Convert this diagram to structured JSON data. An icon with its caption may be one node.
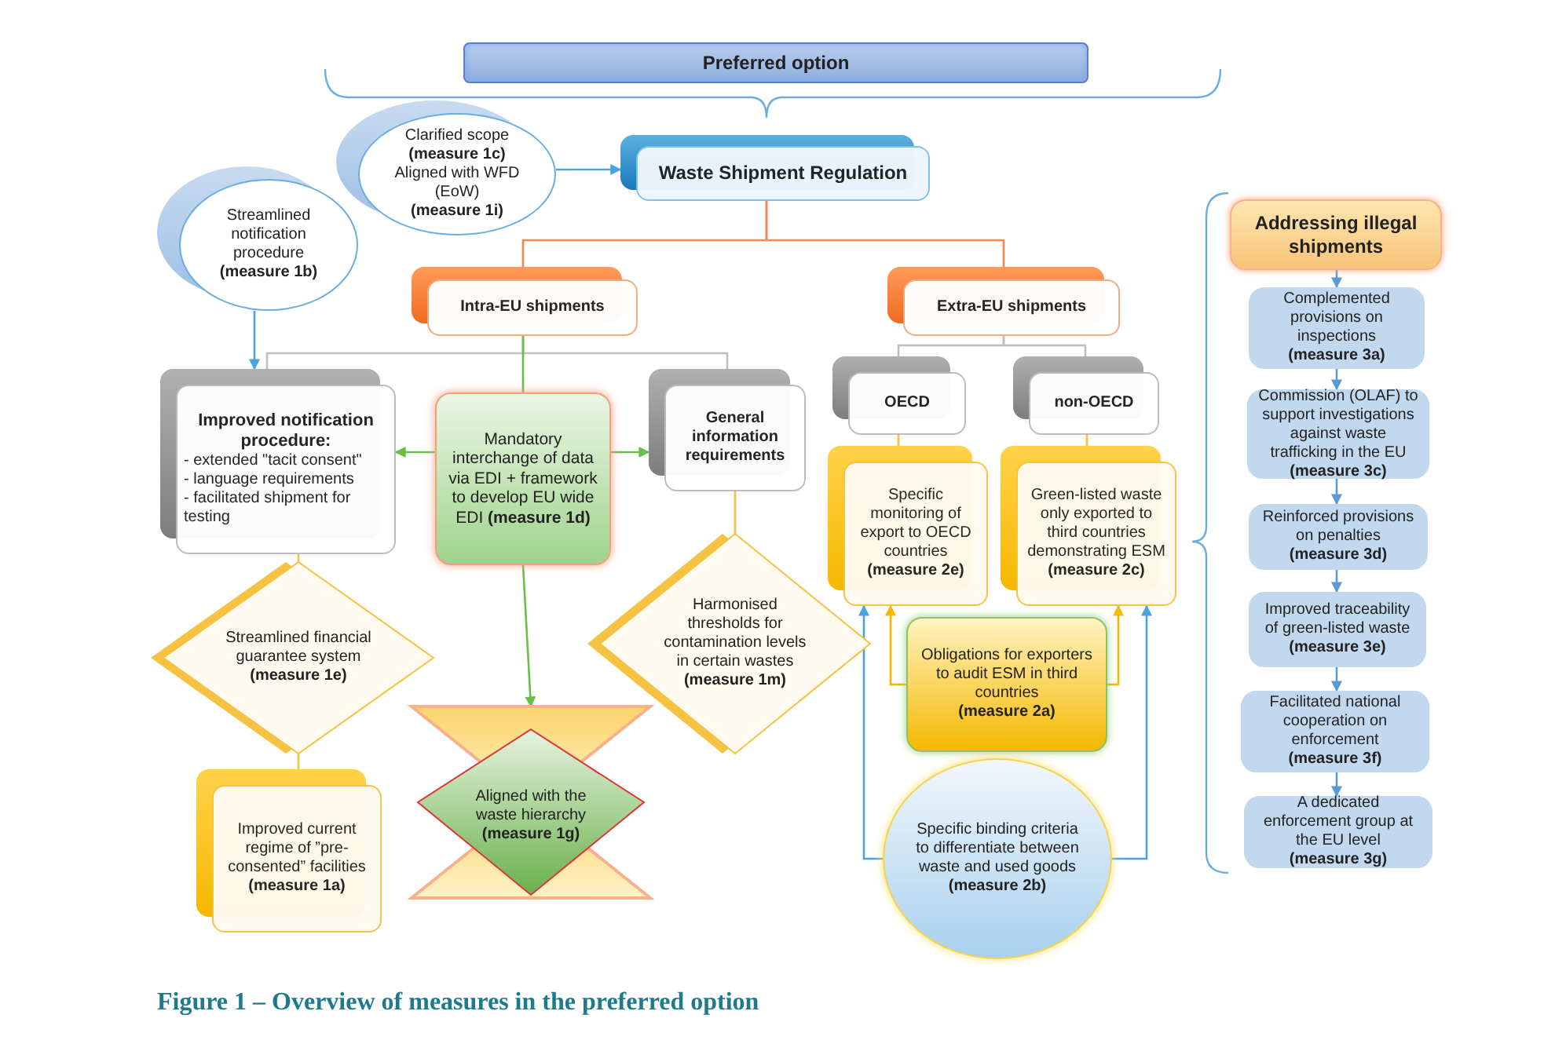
{
  "diagram": {
    "caption": "Figure 1 – Overview of measures in the preferred option",
    "nodes": [
      {
        "text": [
          "Preferred option"
        ]
      },
      {
        "text": [
          "Clarified scope **(measure 1c)**",
          "Aligned with WFD (EoW) **(measure 1i)**"
        ]
      },
      {
        "text": [
          "Waste Shipment Regulation"
        ]
      },
      {
        "text": [
          "Streamlined notification procedure **(measure 1b)**"
        ]
      },
      {
        "text": [
          "Intra-EU shipments"
        ]
      },
      {
        "text": [
          "Extra-EU shipments"
        ]
      },
      {
        "text": [
          "Improved notification procedure:",
          "- extended \"tacit consent\"",
          "- language requirements",
          "- facilitated shipment for testing"
        ]
      },
      {
        "text": [
          "Mandatory interchange of data via EDI + framework to develop EU wide EDI **(measure 1d)**"
        ]
      },
      {
        "text": [
          "General information requirements"
        ]
      },
      {
        "text": [
          "OECD"
        ]
      },
      {
        "text": [
          "non-OECD"
        ]
      },
      {
        "text": [
          "Specific monitoring of export to OECD countries **(measure 2e)**"
        ]
      },
      {
        "text": [
          "Green-listed waste only exported to third countries demonstrating ESM **(measure 2c)**"
        ]
      },
      {
        "text": [
          "Streamlined financial guarantee system **(measure 1e)**"
        ]
      },
      {
        "text": [
          "Harmonised thresholds for contamination levels in certain wastes **(measure 1m)**"
        ]
      },
      {
        "text": [
          "Obligations for exporters to audit ESM in third countries **(measure 2a)**"
        ]
      },
      {
        "text": [
          "Aligned with the waste hierarchy **(measure 1g)**"
        ]
      },
      {
        "text": [
          "Improved current regime of ”pre-consented” facilities **(measure 1a)**"
        ]
      },
      {
        "text": [
          "Specific binding criteria to differentiate between waste and used goods **(measure 2b)**"
        ]
      },
      {
        "text": [
          "Addressing illegal shipments"
        ]
      },
      {
        "text": [
          "Complemented provisions on inspections **(measure 3a)**"
        ]
      },
      {
        "text": [
          "Commission (OLAF) to support investigations against waste trafficking in the EU **(measure 3c)**"
        ]
      },
      {
        "text": [
          "Reinforced provisions on penalties **(measure 3d)**"
        ]
      },
      {
        "text": [
          "Improved traceability of green-listed waste **(measure 3e)**"
        ]
      },
      {
        "text": [
          "Facilitated national cooperation on enforcement **(measure 3f)**"
        ]
      },
      {
        "text": [
          "A dedicated enforcement group at the EU level **(measure 3g)**"
        ]
      }
    ],
    "edges": [
      {
        "from": 1,
        "to": 2,
        "arrow": "to",
        "color": "#4aa3df"
      },
      {
        "from": 3,
        "to": 6,
        "arrow": "to",
        "color": "#4aa3df"
      },
      {
        "from": 2,
        "to": 4,
        "arrow": "none",
        "color": "#f08a4b"
      },
      {
        "from": 2,
        "to": 5,
        "arrow": "none",
        "color": "#f08a4b"
      },
      {
        "from": 4,
        "to": 6,
        "arrow": "none",
        "color": "#bfbfbf"
      },
      {
        "from": 4,
        "to": 8,
        "arrow": "none",
        "color": "#bfbfbf"
      },
      {
        "from": 4,
        "to": 7,
        "arrow": "none",
        "color": "#6abf4b"
      },
      {
        "from": 7,
        "to": 6,
        "arrow": "to",
        "color": "#6abf4b"
      },
      {
        "from": 7,
        "to": 8,
        "arrow": "to",
        "color": "#6abf4b"
      },
      {
        "from": 7,
        "to": 16,
        "arrow": "to",
        "color": "#6abf4b"
      },
      {
        "from": 5,
        "to": 9,
        "arrow": "none",
        "color": "#bfbfbf"
      },
      {
        "from": 5,
        "to": 10,
        "arrow": "none",
        "color": "#bfbfbf"
      },
      {
        "from": 9,
        "to": 11,
        "arrow": "none",
        "color": "#f5c242"
      },
      {
        "from": 10,
        "to": 12,
        "arrow": "none",
        "color": "#f5c242"
      },
      {
        "from": 6,
        "to": 13,
        "arrow": "none",
        "color": "#f5c242"
      },
      {
        "from": 13,
        "to": 17,
        "arrow": "none",
        "color": "#f5c242"
      },
      {
        "from": 8,
        "to": 14,
        "arrow": "none",
        "color": "#f5c242"
      },
      {
        "from": 15,
        "to": 11,
        "arrow": "to",
        "color": "#f5b800"
      },
      {
        "from": 15,
        "to": 12,
        "arrow": "to",
        "color": "#f5b800"
      },
      {
        "from": 18,
        "to": 11,
        "arrow": "to",
        "color": "#4aa3df"
      },
      {
        "from": 18,
        "to": 12,
        "arrow": "to",
        "color": "#4aa3df"
      },
      {
        "from": 19,
        "to": 20,
        "arrow": "to",
        "color": "#5b9bd5"
      },
      {
        "from": 20,
        "to": 21,
        "arrow": "to",
        "color": "#5b9bd5"
      },
      {
        "from": 21,
        "to": 22,
        "arrow": "to",
        "color": "#5b9bd5"
      },
      {
        "from": 22,
        "to": 23,
        "arrow": "to",
        "color": "#5b9bd5"
      },
      {
        "from": 23,
        "to": 24,
        "arrow": "to",
        "color": "#5b9bd5"
      },
      {
        "from": 24,
        "to": 25,
        "arrow": "to",
        "color": "#5b9bd5"
      }
    ]
  }
}
